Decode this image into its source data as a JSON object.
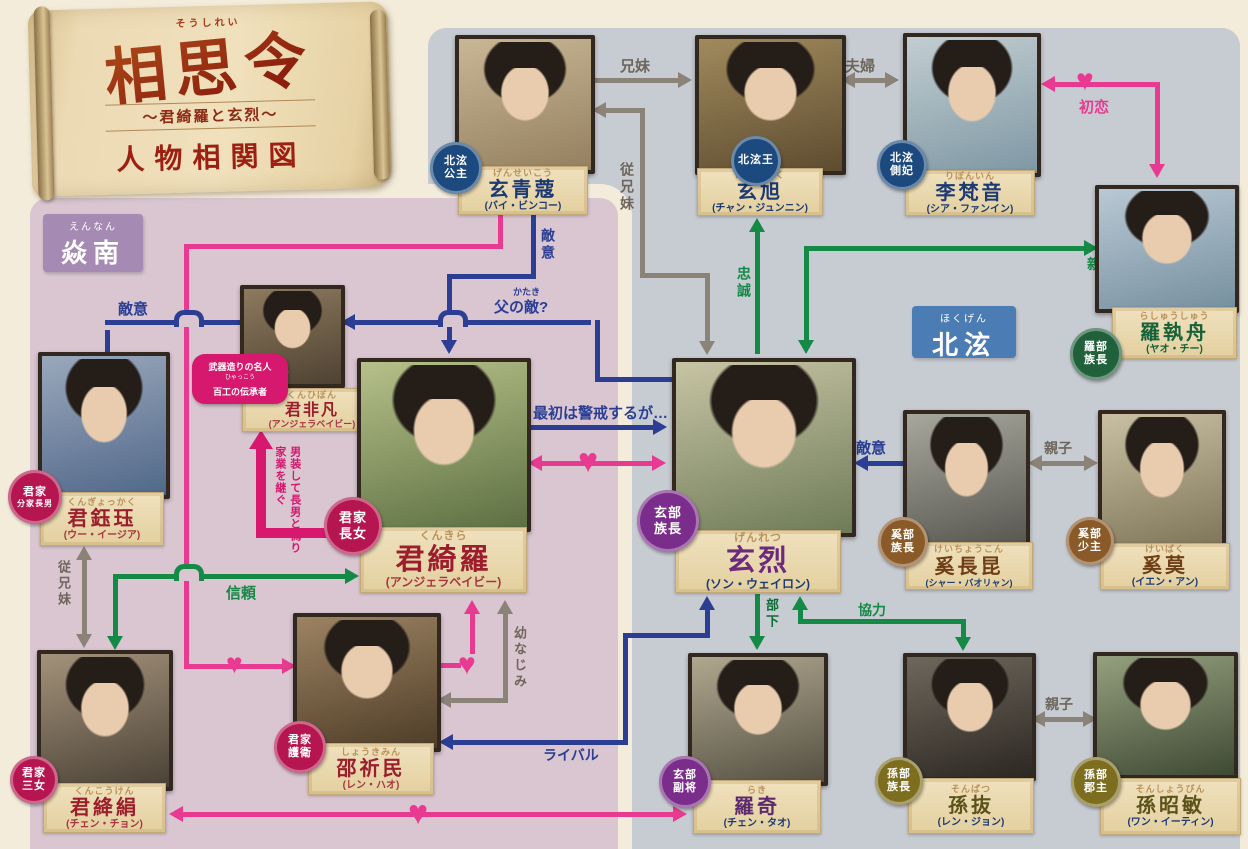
{
  "title": {
    "furigana": "そうしれい",
    "main": "相思令",
    "subtitle": "～君綺羅と玄烈～",
    "caption": "人物相関図"
  },
  "regions": {
    "south_furigana": "えんなん",
    "south": "焱南",
    "north_furigana": "ほくげん",
    "north": "北泫"
  },
  "icons": {
    "heart": "♥"
  },
  "notes": {
    "master": "武器造りの名人",
    "inherit_furigana": "ひゃっこう",
    "inherit": "百工の伝承者",
    "disguise1": "男装して長男と偽り",
    "disguise2": "家業を継ぐ"
  },
  "rel": {
    "kyoudai": "兄妹",
    "fuufu": "夫婦",
    "hatsukoi": "初恋",
    "itoko_north": "従兄妹",
    "itoko_south": "従兄妹",
    "tekii_seikou": "敵意",
    "tekii_gyokkaku": "敵意",
    "tekii_kei": "敵意",
    "kataki_furigana": "かたき",
    "kataki": "父の敵?",
    "keikai": "最初は警戒するが…",
    "chuusei": "忠誠",
    "shinyuu": "親友",
    "oyako_kei": "親子",
    "oyako_son": "親子",
    "shinrai": "信頼",
    "osananajimi": "幼なじみ",
    "buka": "部下",
    "kyouryoku": "協力",
    "rival": "ライバル"
  },
  "characters": [
    {
      "furigana": "げんせいこう",
      "name": "玄青蔻",
      "actor": "(バイ・ビンコー)",
      "badge1": "北泫",
      "badge2": "公主"
    },
    {
      "furigana": "げんきょく",
      "name": "玄旭",
      "actor": "(チャン・ジュンニン)",
      "badge1": "北泫王",
      "badge2": ""
    },
    {
      "furigana": "りぼんいん",
      "name": "李梵音",
      "actor": "(シア・ファンイン)",
      "badge1": "北泫",
      "badge2": "側妃"
    },
    {
      "furigana": "らしゅうしゅう",
      "name": "羅執舟",
      "actor": "(ヤオ・チー)",
      "badge1": "羅部",
      "badge2": "族長"
    },
    {
      "furigana": "くんひぼん",
      "name": "君非凡",
      "actor": "(アンジェラベイビー)",
      "badge1": "",
      "badge2": ""
    },
    {
      "furigana": "くんぎょっかく",
      "name": "君鈺珏",
      "actor": "(ウー・イージア)",
      "badge1": "君家",
      "badge2": "分家長男"
    },
    {
      "furigana": "くんきら",
      "name": "君綺羅",
      "actor": "(アンジェラベイビー)",
      "badge1": "君家",
      "badge2": "長女"
    },
    {
      "furigana": "げんれつ",
      "name": "玄烈",
      "actor": "(ソン・ウェイロン)",
      "badge1": "玄部",
      "badge2": "族長"
    },
    {
      "furigana": "けいちょうこん",
      "name": "奚長昆",
      "actor": "(シャー・バオリャン)",
      "badge1": "奚部",
      "badge2": "族長"
    },
    {
      "furigana": "けいばく",
      "name": "奚莫",
      "actor": "(イエン・アン)",
      "badge1": "奚部",
      "badge2": "少主"
    },
    {
      "furigana": "しょうきみん",
      "name": "邵祈民",
      "actor": "(レン・ハオ)",
      "badge1": "君家",
      "badge2": "護衛"
    },
    {
      "furigana": "くんこうけん",
      "name": "君絳絹",
      "actor": "(チェン・チョン)",
      "badge1": "君家",
      "badge2": "三女"
    },
    {
      "furigana": "らき",
      "name": "羅奇",
      "actor": "(チェン・タオ)",
      "badge1": "玄部",
      "badge2": "副将"
    },
    {
      "furigana": "そんばつ",
      "name": "孫抜",
      "actor": "(レン・ジョン)",
      "badge1": "孫部",
      "badge2": "族長"
    },
    {
      "furigana": "そんしょうびん",
      "name": "孫昭敏",
      "actor": "(ワン・イーティン)",
      "badge1": "孫部",
      "badge2": "郡主"
    }
  ]
}
